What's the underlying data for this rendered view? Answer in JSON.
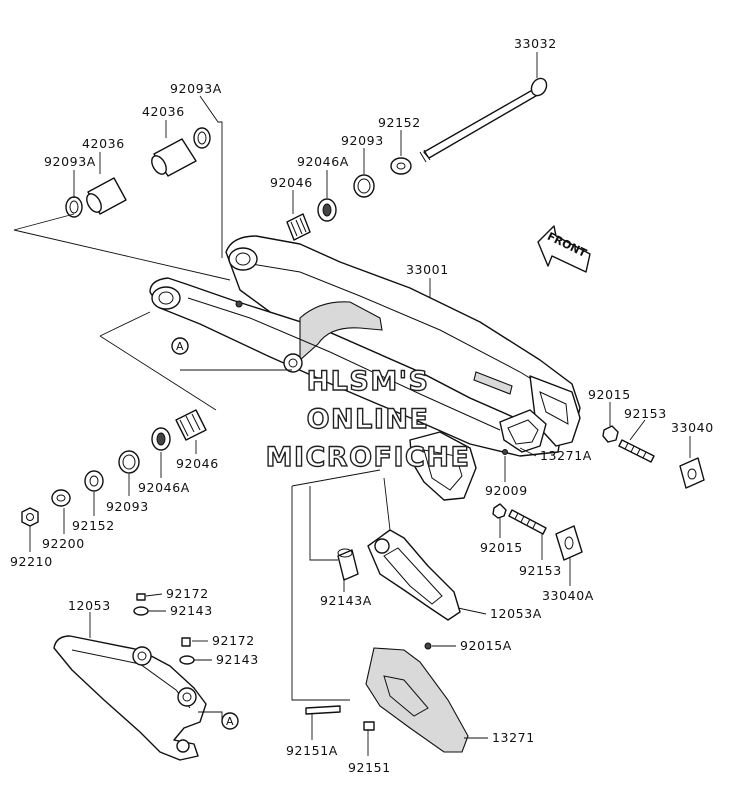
{
  "diagram": {
    "part_labels": {
      "p33032": "33032",
      "p92093A_top": "92093A",
      "p42036_a": "42036",
      "p42036_b": "42036",
      "p92093A_left": "92093A",
      "p92152_top": "92152",
      "p92093_top": "92093",
      "p92046A_top": "92046A",
      "p92046_top": "92046",
      "p33001": "33001",
      "p92015_right": "92015",
      "p92153_right": "92153",
      "p33040": "33040",
      "p13271A": "13271A",
      "p92009": "92009",
      "p92046_bottom": "92046",
      "p92046A_bottom": "92046A",
      "p92093_bottom": "92093",
      "p92152_bottom": "92152",
      "p92200": "92200",
      "p92210": "92210",
      "p92015_mid": "92015",
      "p92153_mid": "92153",
      "p33040A": "33040A",
      "p92143A": "92143A",
      "p12053A": "12053A",
      "p92172_a": "92172",
      "p92143_a": "92143",
      "p12053": "12053",
      "p92172_b": "92172",
      "p92143_b": "92143",
      "p92015A": "92015A",
      "p13271": "13271",
      "p92151A": "92151A",
      "p92151": "92151"
    },
    "callout_a_top": "A",
    "callout_a_bottom": "A",
    "front_arrow": "FRONT",
    "watermark": [
      "HLSM'S",
      "ONLINE",
      "MICROFICHE"
    ]
  }
}
